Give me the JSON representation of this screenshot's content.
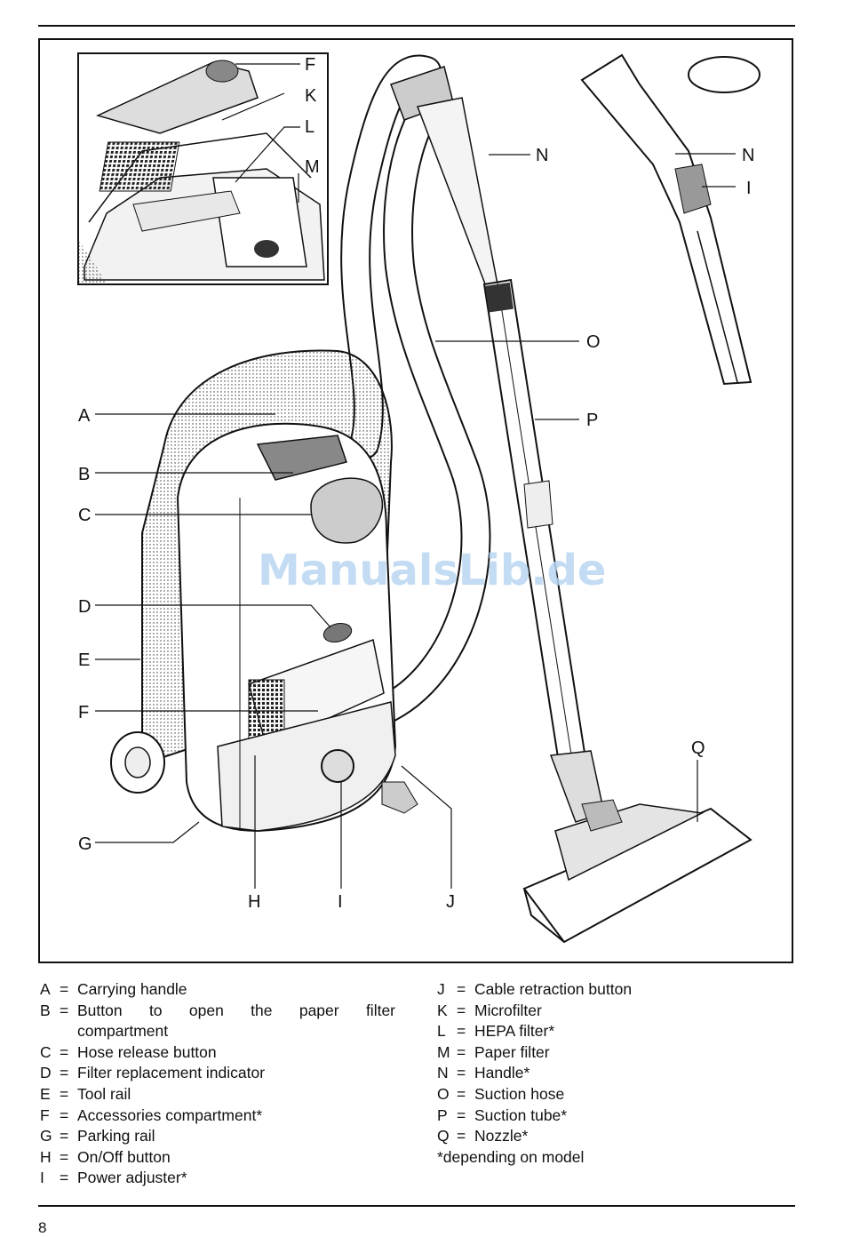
{
  "diagram": {
    "watermark": "ManualsLib.de",
    "callouts": {
      "A": "A",
      "B": "B",
      "C": "C",
      "D": "D",
      "E": "E",
      "F": "F",
      "G": "G",
      "H": "H",
      "I": "I",
      "J": "J",
      "K": "K",
      "L": "L",
      "M": "M",
      "N": "N",
      "O": "O",
      "P": "P",
      "Q": "Q"
    }
  },
  "legend_left": [
    {
      "key": "A",
      "eq": "=",
      "text": "Carrying handle"
    },
    {
      "key": "B",
      "eq": "=",
      "text": "Button to open the paper filter",
      "cont": "compartment"
    },
    {
      "key": "C",
      "eq": "=",
      "text": "Hose release button"
    },
    {
      "key": "D",
      "eq": "=",
      "text": "Filter replacement indicator"
    },
    {
      "key": "E",
      "eq": "=",
      "text": "Tool rail"
    },
    {
      "key": "F",
      "eq": "=",
      "text": "Accessories compartment*"
    },
    {
      "key": "G",
      "eq": "=",
      "text": "Parking rail"
    },
    {
      "key": "H",
      "eq": "=",
      "text": "On/Off button"
    },
    {
      "key": "I",
      "eq": "=",
      "text": "Power adjuster*"
    }
  ],
  "legend_right": [
    {
      "key": "J",
      "eq": "=",
      "text": "Cable retraction button"
    },
    {
      "key": "K",
      "eq": "=",
      "text": "Microfilter"
    },
    {
      "key": "L",
      "eq": "=",
      "text": "HEPA filter*"
    },
    {
      "key": "M",
      "eq": "=",
      "text": "Paper filter"
    },
    {
      "key": "N",
      "eq": "=",
      "text": "Handle*"
    },
    {
      "key": "O",
      "eq": "=",
      "text": "Suction hose"
    },
    {
      "key": "P",
      "eq": "=",
      "text": "Suction tube*"
    },
    {
      "key": "Q",
      "eq": "=",
      "text": "Nozzle*"
    }
  ],
  "footnote": "*depending on model",
  "page_number": "8"
}
